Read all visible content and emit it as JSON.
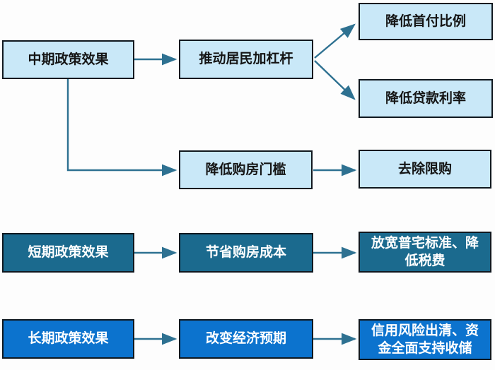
{
  "palette": {
    "light_box_fill": "#C9E8F8",
    "teal_box_fill": "#1B6A8E",
    "blue_box_fill": "#0C73CE",
    "box_border": "#10181F",
    "arrow": "#2E7191",
    "text_dark": "#151515",
    "text_light": "#FFFFFF"
  },
  "nodes": {
    "mid_source": "中期政策效果",
    "leverage": "推动居民加杠杆",
    "downpayment": "降低首付比例",
    "loanrate": "降低贷款利率",
    "threshold": "降低购房门槛",
    "restriction": "去除限购",
    "short_source": "短期政策效果",
    "cost": "节省购房成本",
    "tax": "放宽普宅标准、降\n低税费",
    "long_source": "长期政策效果",
    "expectation": "改变经济预期",
    "credit": "信用风险出清、资\n金全面支持收储"
  },
  "edges": [
    {
      "from": "中期政策效果",
      "to": "推动居民加杠杆"
    },
    {
      "from": "推动居民加杠杆",
      "to": "降低首付比例"
    },
    {
      "from": "推动居民加杠杆",
      "to": "降低贷款利率"
    },
    {
      "from": "中期政策效果",
      "to": "降低购房门槛"
    },
    {
      "from": "降低购房门槛",
      "to": "去除限购"
    },
    {
      "from": "短期政策效果",
      "to": "节省购房成本"
    },
    {
      "from": "节省购房成本",
      "to": "放宽普宅标准、降低税费"
    },
    {
      "from": "长期政策效果",
      "to": "改变经济预期"
    },
    {
      "from": "改变经济预期",
      "to": "信用风险出清、资金全面支持收储"
    }
  ]
}
